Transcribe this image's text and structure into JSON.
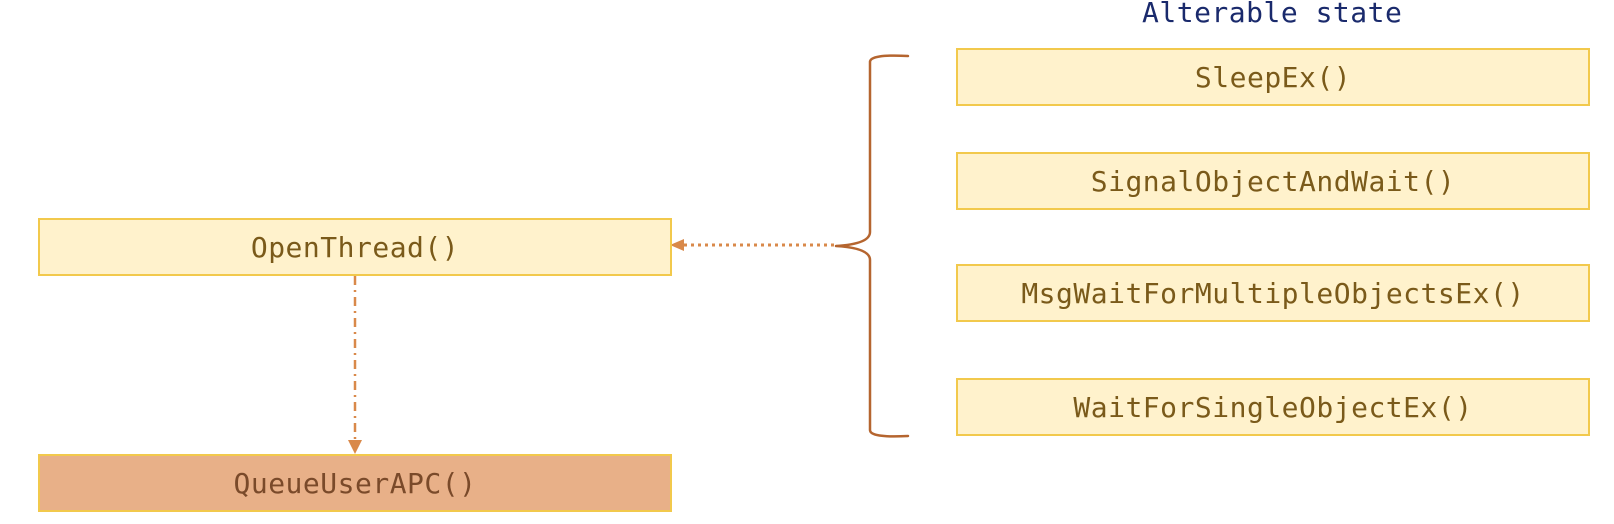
{
  "diagram": {
    "group_title": "Alterable state",
    "nodes": {
      "open_thread": "OpenThread()",
      "queue_user_apc": "QueueUserAPC()"
    },
    "alertable_functions": [
      "SleepEx()",
      "SignalObjectAndWait()",
      "MsgWaitForMultipleObjectsEx()",
      "WaitForSingleObjectEx()"
    ]
  },
  "colors": {
    "node_fill": "#fff2cc",
    "node_stroke": "#f2c94c",
    "highlight_fill": "#e8b088",
    "connector": "#d9894a",
    "brace": "#b5652f",
    "title": "#1a2a6c"
  }
}
